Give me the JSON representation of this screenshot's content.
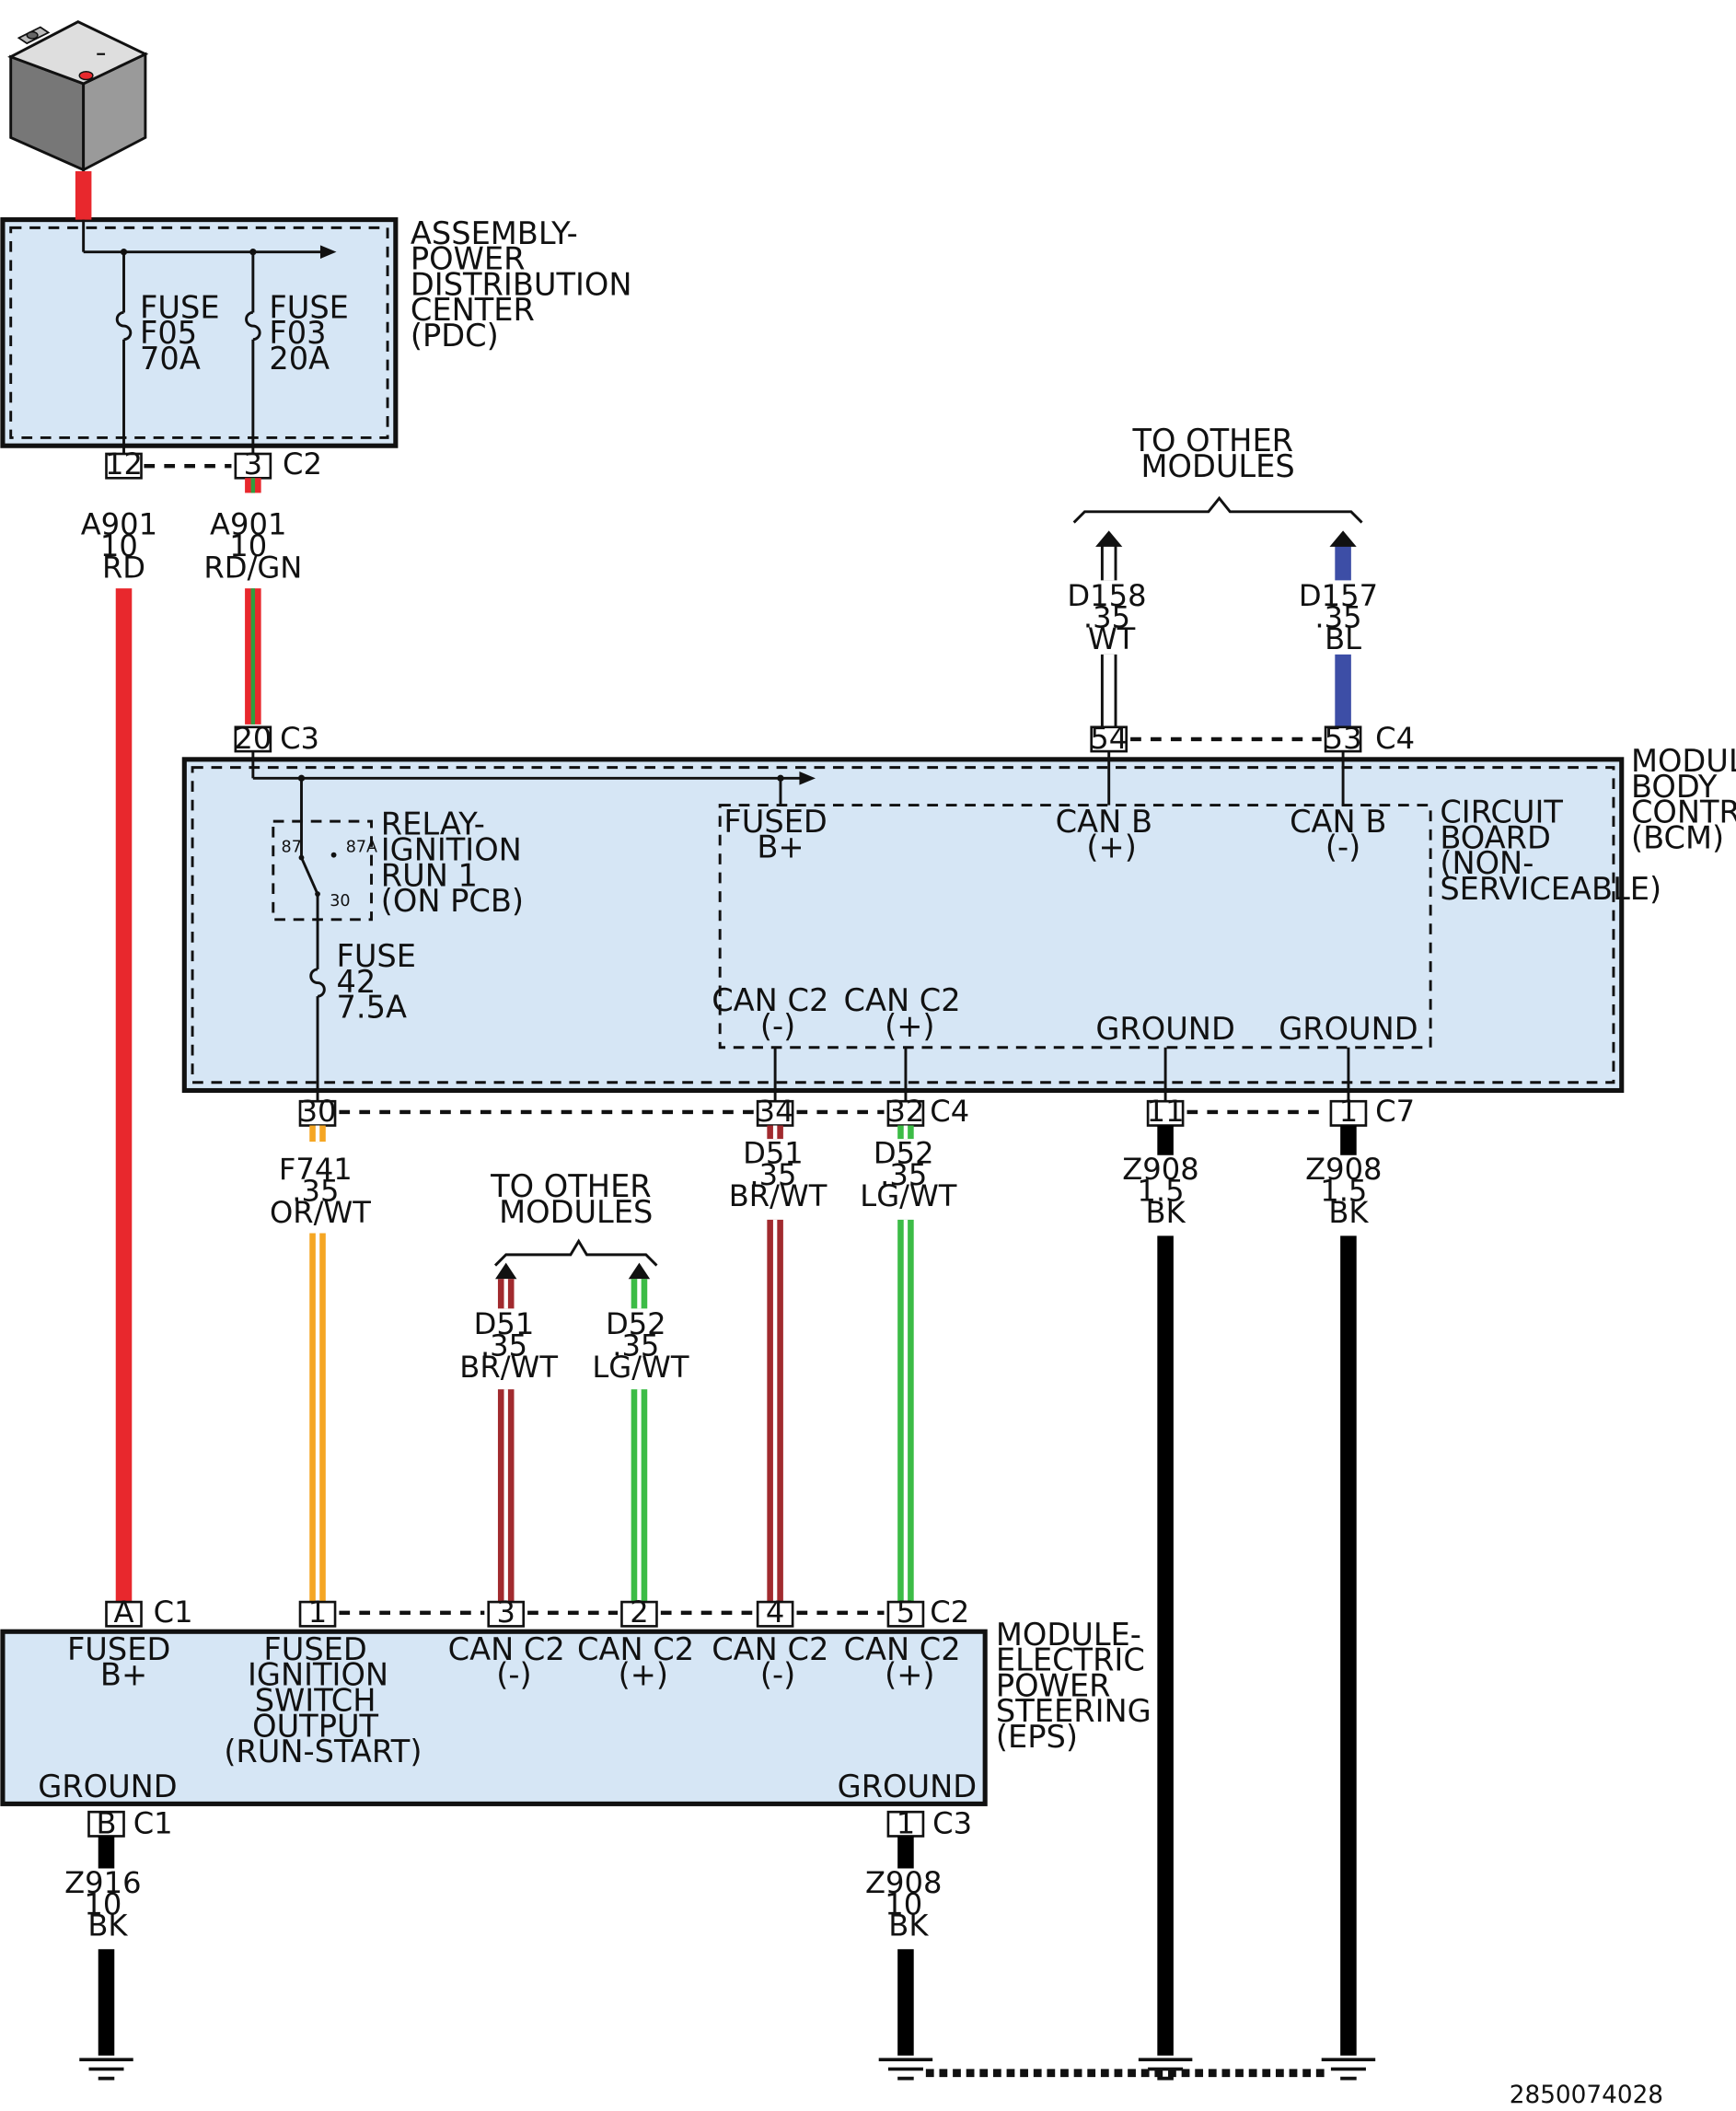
{
  "colors": {
    "RD": "#e8282d",
    "GN": "#2e9e3e",
    "LG": "#3cbc46",
    "OR": "#f5a623",
    "BR": "#a12a2e",
    "BL": "#3d4ea6",
    "BK": "#000000",
    "WT": "#ffffff",
    "module_fill": "#d6e6f5"
  },
  "modules": {
    "pdc": {
      "lines": [
        "ASSEMBLY-",
        "POWER",
        "DISTRIBUTION",
        "CENTER",
        "(PDC)"
      ],
      "fuses": [
        {
          "lines": [
            "FUSE",
            "F05",
            "70A"
          ]
        },
        {
          "lines": [
            "FUSE",
            "F03",
            "20A"
          ]
        }
      ],
      "connector": "C2",
      "pins": [
        "12",
        "3"
      ]
    },
    "bcm": {
      "lines": [
        "MODULE-",
        "BODY",
        "CONTROL",
        "(BCM)"
      ],
      "circuit_board": [
        "CIRCUIT",
        "BOARD",
        "(NON-",
        "SERVICEABLE)"
      ],
      "relay": [
        "RELAY-",
        "IGNITION",
        "RUN 1",
        "(ON PCB)"
      ],
      "relay_pins": [
        "87",
        "87A",
        "30"
      ],
      "fuse": [
        "FUSE",
        "42",
        "7.5A"
      ],
      "internal": {
        "fused_b": [
          "FUSED",
          "B+"
        ],
        "can_b_pos": [
          "CAN B",
          "(+)"
        ],
        "can_b_neg": [
          "CAN B",
          "(-)"
        ],
        "can_c2_neg": [
          "CAN C2",
          "(-)"
        ],
        "can_c2_pos": [
          "CAN C2",
          "(+)"
        ],
        "ground1": "GROUND",
        "ground2": "GROUND"
      },
      "top_pins": [
        {
          "pin": "20",
          "connector": "C3"
        },
        {
          "pin": "54",
          "connector": ""
        },
        {
          "pin": "53",
          "connector": "C4"
        }
      ],
      "bottom_pins": [
        {
          "pin": "30",
          "connector": ""
        },
        {
          "pin": "34",
          "connector": ""
        },
        {
          "pin": "32",
          "connector": "C4"
        },
        {
          "pin": "11",
          "connector": ""
        },
        {
          "pin": "1",
          "connector": "C7"
        }
      ]
    },
    "eps": {
      "lines": [
        "MODULE-",
        "ELECTRIC",
        "POWER",
        "STEERING",
        "(EPS)"
      ],
      "pins": [
        {
          "pin": "A",
          "connector": "C1",
          "label": [
            "FUSED",
            "B+"
          ]
        },
        {
          "pin": "1",
          "connector": "",
          "label": [
            "FUSED",
            "IGNITION",
            "SWITCH",
            "OUTPUT",
            "(RUN-START)"
          ]
        },
        {
          "pin": "3",
          "connector": "",
          "label": [
            "CAN C2",
            "(-)"
          ]
        },
        {
          "pin": "2",
          "connector": "",
          "label": [
            "CAN C2",
            "(+)"
          ]
        },
        {
          "pin": "4",
          "connector": "",
          "label": [
            "CAN C2",
            "(-)"
          ]
        },
        {
          "pin": "5",
          "connector": "C2",
          "label": [
            "CAN C2",
            "(+)"
          ]
        }
      ],
      "grounds": [
        {
          "pin": "B",
          "connector": "C1",
          "label": "GROUND"
        },
        {
          "pin": "1",
          "connector": "C3",
          "label": "GROUND"
        }
      ]
    }
  },
  "wires": {
    "a901_rd": [
      "A901",
      "10",
      "RD"
    ],
    "a901_rdgn": [
      "A901",
      "10",
      "RD/GN"
    ],
    "d158": [
      "D158",
      ".35",
      "WT"
    ],
    "d157": [
      "D157",
      ".35",
      "BL"
    ],
    "f741": [
      "F741",
      ".35",
      "OR/WT"
    ],
    "d51_bcm": [
      "D51",
      ".35",
      "BR/WT"
    ],
    "d52_bcm": [
      "D52",
      ".35",
      "LG/WT"
    ],
    "z908_a": [
      "Z908",
      "1.5",
      "BK"
    ],
    "z908_b": [
      "Z908",
      "1.5",
      "BK"
    ],
    "d51_other": [
      "D51",
      ".35",
      "BR/WT"
    ],
    "d52_other": [
      "D52",
      ".35",
      "LG/WT"
    ],
    "z916": [
      "Z916",
      "10",
      "BK"
    ],
    "z908_eps": [
      "Z908",
      "10",
      "BK"
    ]
  },
  "to_other_modules": [
    "TO OTHER",
    "MODULES"
  ],
  "doc_id": "2850074028"
}
